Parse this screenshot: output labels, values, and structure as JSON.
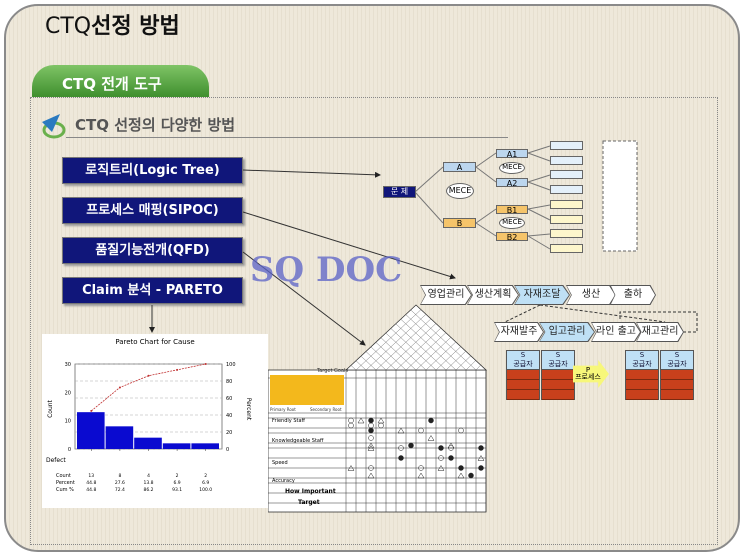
{
  "slide": {
    "title_prefix": "CTQ",
    "title_rest": "선정 방법",
    "tab": "CTQ 전개 도구",
    "subtitle": "CTQ 선정의 다양한 방법",
    "watermark": "SQ DOC"
  },
  "methods": [
    {
      "label": "로직트리(Logic Tree)"
    },
    {
      "label": "프로세스 매핑(SIPOC)"
    },
    {
      "label": "품질기능전개(QFD)"
    },
    {
      "label": "Claim 분석 - PARETO"
    }
  ],
  "logic_tree": {
    "root": "문 제",
    "a": "A",
    "b": "B",
    "a1": "A1",
    "a2": "A2",
    "b1": "B1",
    "b2": "B2",
    "mece": "MECE"
  },
  "process": {
    "main": [
      "영업관리",
      "생산계획",
      "자재조달",
      "생산",
      "출하"
    ],
    "sub": [
      "자재발주",
      "입고관리",
      "라인 출고",
      "재고관리"
    ],
    "supplier_s": "S",
    "supplier": "공급자",
    "p": "P",
    "p_label": "프로세스"
  },
  "qfd": {
    "target_goals": "Target Goals",
    "primary": "Primary Root",
    "secondary": "Secondary Root",
    "rows": [
      "Friendly Staff",
      "Knowledgeable Staff",
      "Speed",
      "Accuracy"
    ],
    "how_important": "How Important",
    "target": "Target"
  },
  "chart_data": {
    "type": "bar",
    "title": "Pareto Chart for Cause",
    "ylabel": "Count",
    "y2label": "Percent",
    "ylim": [
      0,
      30
    ],
    "y2lim": [
      0,
      100
    ],
    "yticks": [
      0,
      10,
      20,
      30
    ],
    "y2ticks": [
      0,
      20,
      40,
      60,
      80,
      100
    ],
    "row_labels": {
      "defect": "Defect",
      "count": "Count",
      "percent": "Percent",
      "cum": "Cum %"
    },
    "values": [
      13,
      8,
      4,
      2,
      2
    ],
    "percent": [
      "44.8",
      "27.6",
      "13.8",
      "6.9",
      "6.9"
    ],
    "cum_percent": [
      "44.8",
      "72.4",
      "86.2",
      "93.1",
      "100.0"
    ],
    "colors": {
      "bar": "#0a0ad0",
      "line": "#c03030"
    }
  }
}
